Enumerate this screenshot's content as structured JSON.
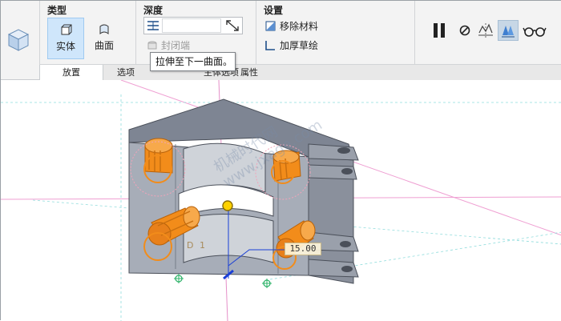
{
  "ribbon": {
    "groups": {
      "type": {
        "title": "类型",
        "solid_label": "实体",
        "surface_label": "曲面"
      },
      "depth": {
        "title": "深度",
        "closed_end_label": "封闭端"
      },
      "settings": {
        "title": "设置",
        "remove_material_label": "移除材料",
        "thicken_sketch_label": "加厚草绘"
      }
    },
    "tooltip": "拉伸至下一曲面。",
    "tabs": [
      {
        "label": "放置"
      },
      {
        "label": "选项"
      },
      {
        "label": "主体选项"
      },
      {
        "label": "属性"
      }
    ],
    "right_tools": [
      "pause-icon",
      "stop-icon",
      "preview-icon",
      "verify-icon",
      "glasses-icon"
    ]
  },
  "viewport": {
    "watermark_line1": "机械时代网",
    "watermark_line2": "www.jxage.com",
    "dimension_value": "15.00",
    "faint_label": "D 1"
  },
  "colors": {
    "accent_orange": "#f28c1a",
    "part_gray": "#8f96a3",
    "guide_pink": "#e58fc8",
    "guide_cyan": "#7fd6d6",
    "selected_blue": "#cfe6fb"
  }
}
